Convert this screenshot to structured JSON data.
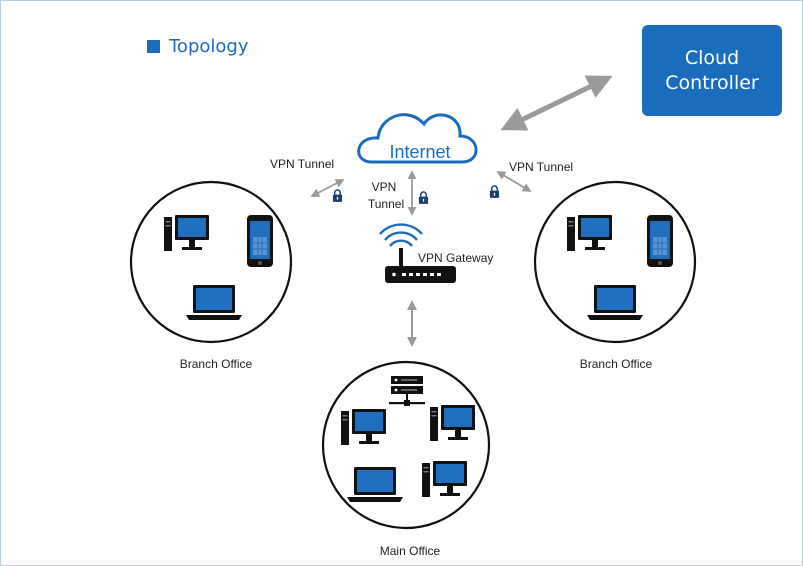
{
  "page": {
    "heading": "Topology",
    "cloud_controller": {
      "line1": "Cloud",
      "line2": "Controller"
    },
    "internet": "Internet",
    "tunnel_labels": {
      "left": "VPN Tunnel",
      "right": "VPN Tunnel",
      "center_line1": "VPN",
      "center_line2": "Tunnel"
    },
    "gateway_label": "VPN Gateway",
    "offices": {
      "branch_left": "Branch Office",
      "branch_right": "Branch Office",
      "main": "Main Office"
    }
  },
  "colors": {
    "accent": "#1a6dbd",
    "device_dark": "#111111",
    "screen_blue": "#1f6fc0",
    "arrow_grey": "#9a9a9a"
  }
}
